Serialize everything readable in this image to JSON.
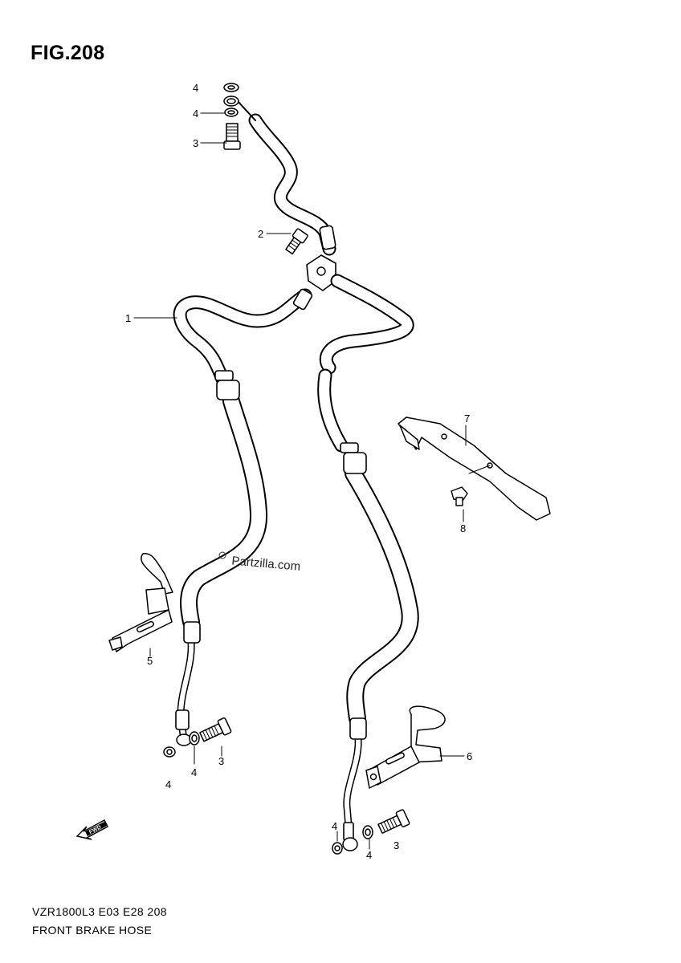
{
  "figure": {
    "title": "FIG.208",
    "footer_code": "VZR1800L3  E03  E28  208",
    "footer_name": "FRONT BRAKE HOSE",
    "watermark": "Partzilla.com",
    "fwd_marker": "FWD"
  },
  "callouts": [
    {
      "id": "c4a",
      "label": "4"
    },
    {
      "id": "c4b",
      "label": "4"
    },
    {
      "id": "c3a",
      "label": "3"
    },
    {
      "id": "c2",
      "label": "2"
    },
    {
      "id": "c1",
      "label": "1"
    },
    {
      "id": "c7",
      "label": "7"
    },
    {
      "id": "c8",
      "label": "8"
    },
    {
      "id": "c5",
      "label": "5"
    },
    {
      "id": "c3b",
      "label": "3"
    },
    {
      "id": "c4c",
      "label": "4"
    },
    {
      "id": "c4d",
      "label": "4"
    },
    {
      "id": "c6",
      "label": "6"
    },
    {
      "id": "c4e",
      "label": "4"
    },
    {
      "id": "c4f",
      "label": "4"
    },
    {
      "id": "c3c",
      "label": "3"
    }
  ]
}
